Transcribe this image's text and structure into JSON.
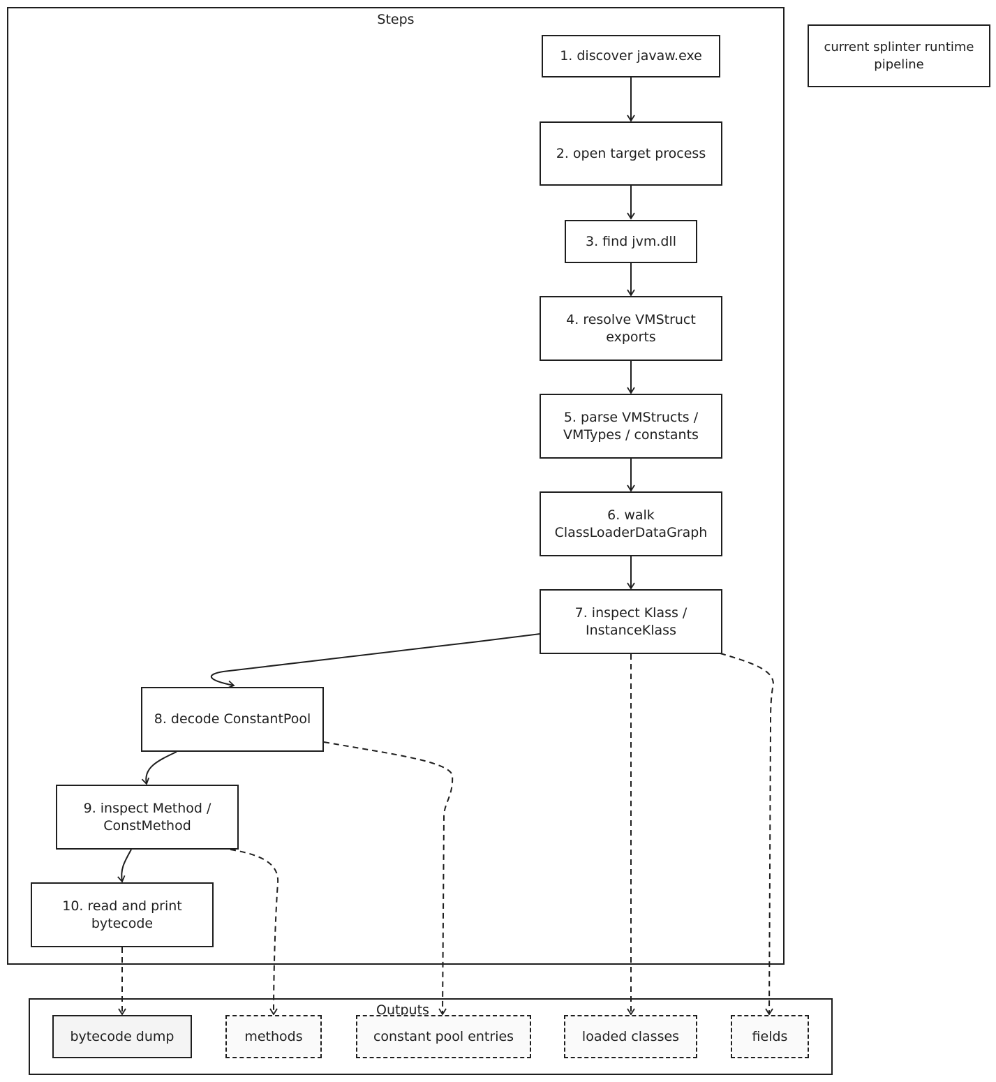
{
  "title_note": "current splinter runtime\npipeline",
  "steps_frame": {
    "label": "Steps"
  },
  "outputs_frame": {
    "label": "Outputs"
  },
  "steps": [
    {
      "id": "s1",
      "label": "1. discover javaw.exe"
    },
    {
      "id": "s2",
      "label": "2. open target process"
    },
    {
      "id": "s3",
      "label": "3. find jvm.dll"
    },
    {
      "id": "s4",
      "label": "4. resolve VMStruct\nexports"
    },
    {
      "id": "s5",
      "label": "5. parse VMStructs /\nVMTypes / constants"
    },
    {
      "id": "s6",
      "label": "6. walk\nClassLoaderDataGraph"
    },
    {
      "id": "s7",
      "label": "7. inspect Klass /\nInstanceKlass"
    },
    {
      "id": "s8",
      "label": "8. decode ConstantPool"
    },
    {
      "id": "s9",
      "label": "9. inspect Method /\nConstMethod"
    },
    {
      "id": "s10",
      "label": "10. read and print\nbytecode"
    }
  ],
  "outputs": [
    {
      "id": "o1",
      "label": "bytecode dump"
    },
    {
      "id": "o2",
      "label": "methods"
    },
    {
      "id": "o3",
      "label": "constant pool entries"
    },
    {
      "id": "o4",
      "label": "loaded classes"
    },
    {
      "id": "o5",
      "label": "fields"
    }
  ],
  "edges": [
    {
      "from": "s1",
      "to": "s2",
      "style": "solid"
    },
    {
      "from": "s2",
      "to": "s3",
      "style": "solid"
    },
    {
      "from": "s3",
      "to": "s4",
      "style": "solid"
    },
    {
      "from": "s4",
      "to": "s5",
      "style": "solid"
    },
    {
      "from": "s5",
      "to": "s6",
      "style": "solid"
    },
    {
      "from": "s6",
      "to": "s7",
      "style": "solid"
    },
    {
      "from": "s7",
      "to": "s8",
      "style": "solid"
    },
    {
      "from": "s8",
      "to": "s9",
      "style": "solid"
    },
    {
      "from": "s9",
      "to": "s10",
      "style": "solid"
    },
    {
      "from": "s10",
      "to": "o1",
      "style": "dashed"
    },
    {
      "from": "s9",
      "to": "o2",
      "style": "dashed"
    },
    {
      "from": "s8",
      "to": "o3",
      "style": "dashed"
    },
    {
      "from": "s7",
      "to": "o4",
      "style": "dashed"
    },
    {
      "from": "s7",
      "to": "o5",
      "style": "dashed"
    }
  ]
}
